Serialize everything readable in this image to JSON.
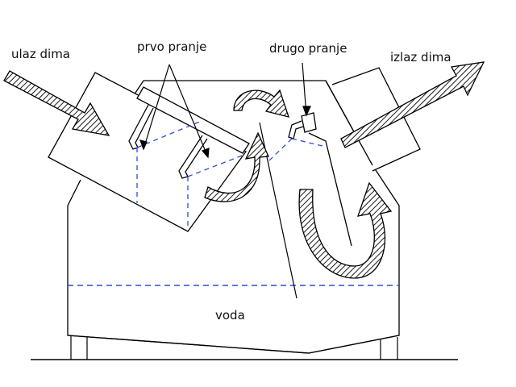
{
  "diagram": {
    "labels": {
      "smoke_inlet": "ulaz dima",
      "first_wash": "prvo pranje",
      "second_wash": "drugo pranje",
      "smoke_outlet": "izlaz dima",
      "water": "voda"
    },
    "colors": {
      "outline": "#000000",
      "water_level_dashed": "#2a4fd6",
      "arrow_hatch": "#000000",
      "background": "#ffffff"
    }
  }
}
